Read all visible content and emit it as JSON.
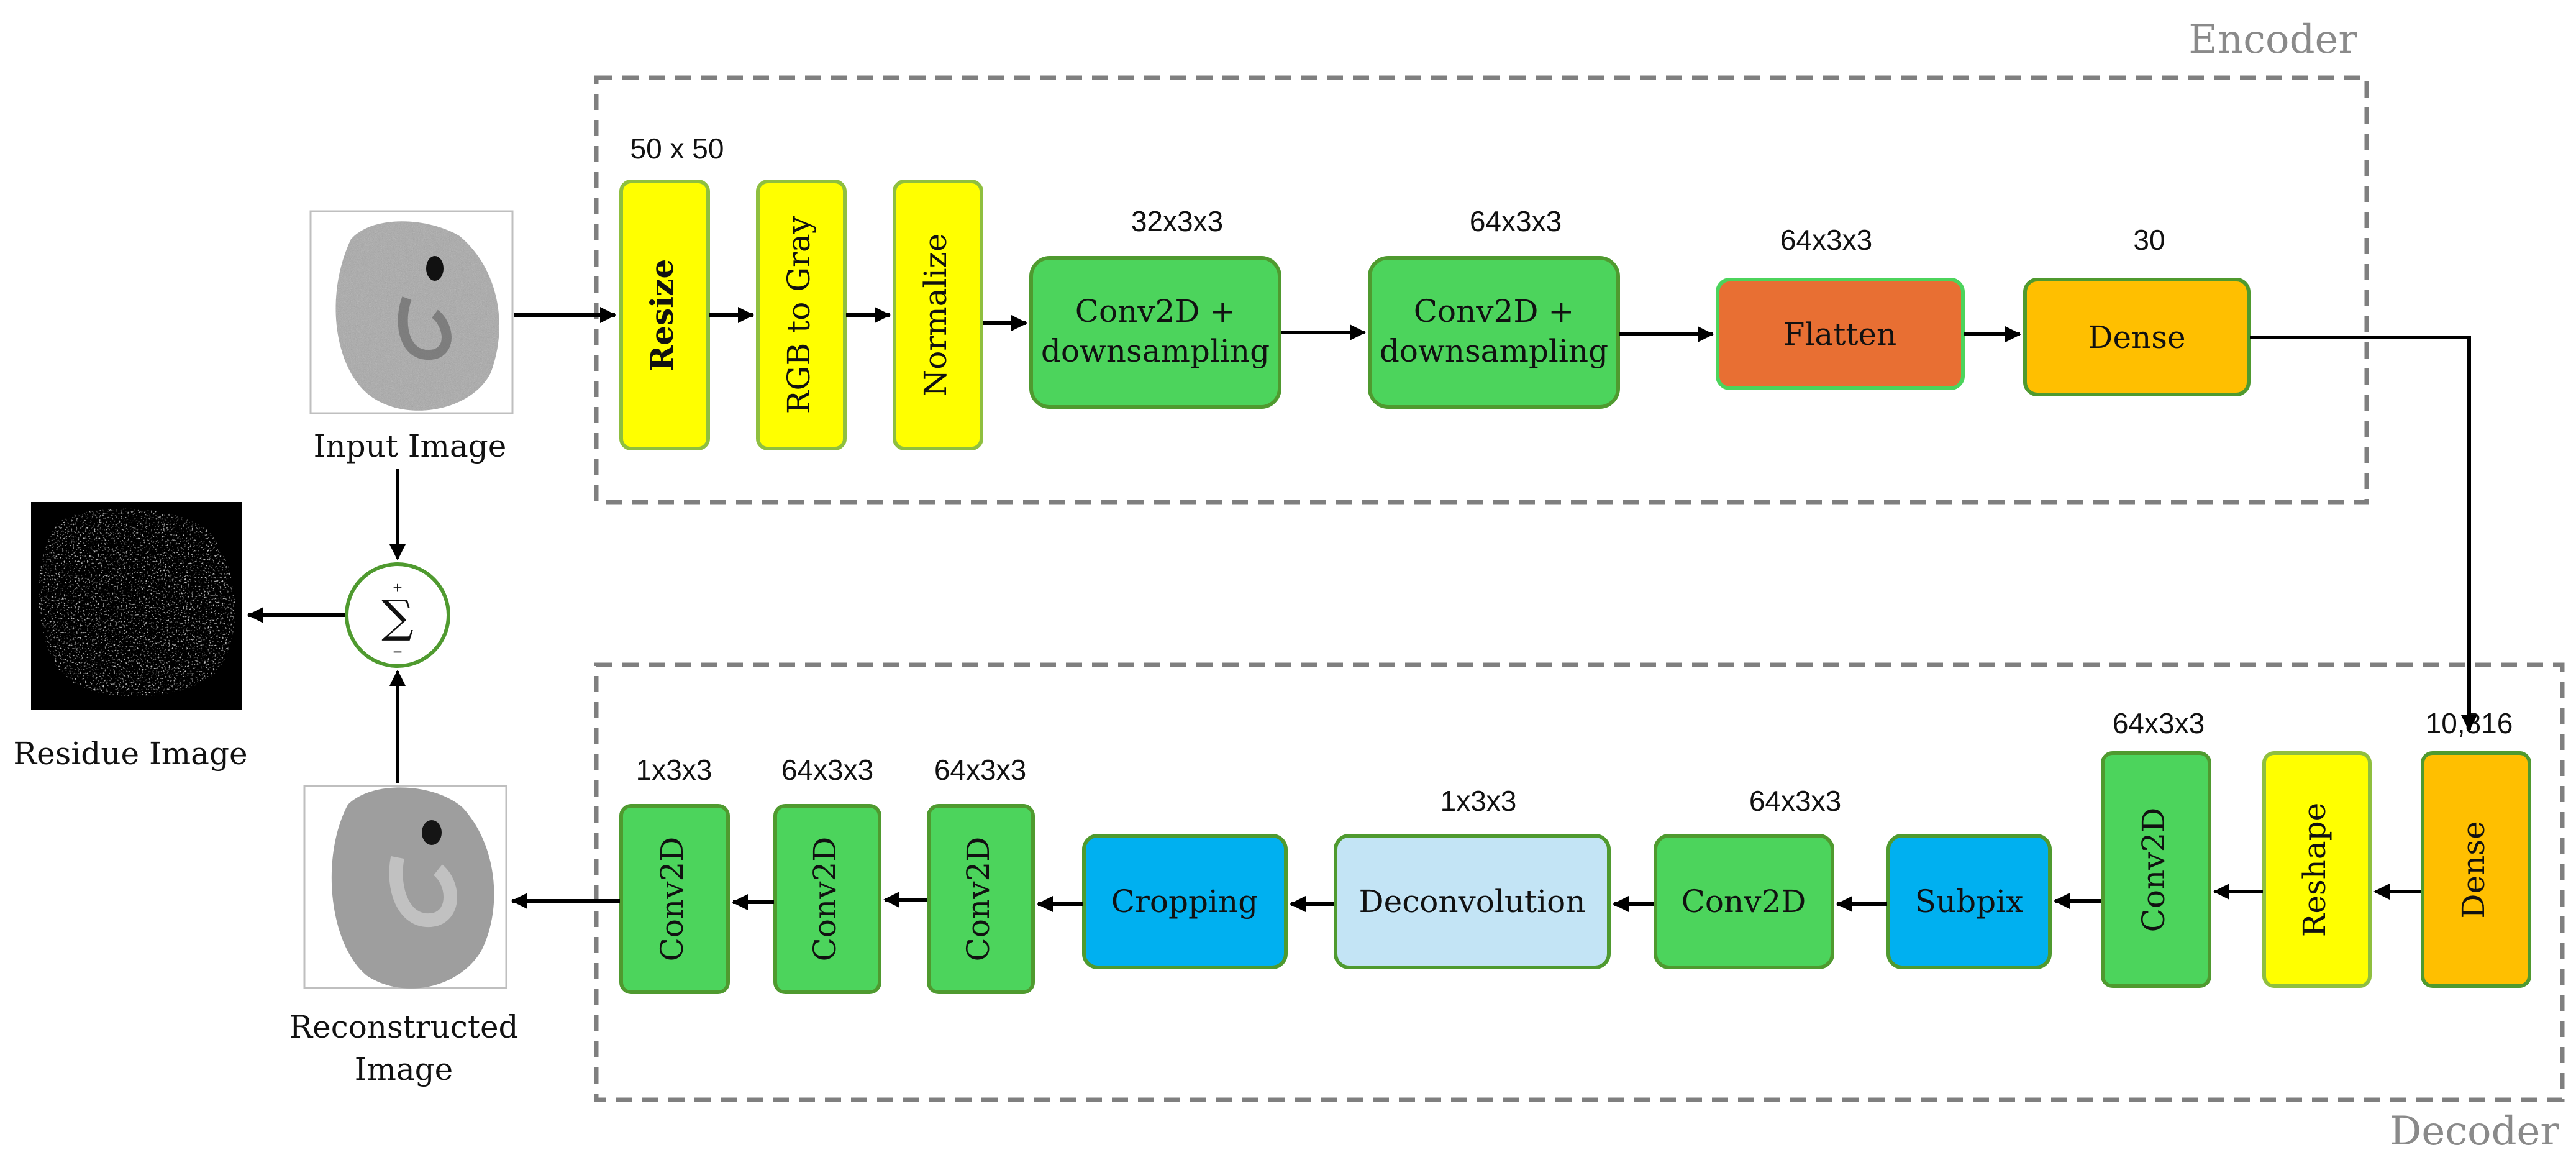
{
  "sections": {
    "encoder": "Encoder",
    "decoder": "Decoder"
  },
  "images": {
    "input": "Input Image",
    "residue": "Residue Image",
    "reconstructed_line1": "Reconstructed",
    "reconstructed_line2": "Image"
  },
  "summation": {
    "symbol": "∑",
    "plus": "+",
    "minus": "−"
  },
  "encoder": {
    "resize": "Resize",
    "rgb_to_gray": "RGB to Gray",
    "normalize": "Normalize",
    "conv1_line1": "Conv2D +",
    "conv1_line2": "downsampling",
    "conv2_line1": "Conv2D +",
    "conv2_line2": "downsampling",
    "flatten": "Flatten",
    "dense": "Dense",
    "dims": {
      "resize": "50 x 50",
      "conv1": "32x3x3",
      "conv2": "64x3x3",
      "flatten": "64x3x3",
      "dense": "30"
    }
  },
  "decoder": {
    "dense": "Dense",
    "reshape": "Reshape",
    "conv_a": "Conv2D",
    "subpix": "Subpix",
    "conv_b": "Conv2D",
    "deconvolution": "Deconvolution",
    "cropping": "Cropping",
    "conv_c": "Conv2D",
    "conv_d": "Conv2D",
    "conv_e": "Conv2D",
    "dims": {
      "dense": "10,816",
      "conv_a": "64x3x3",
      "conv_b": "64x3x3",
      "deconvolution": "1x3x3",
      "conv_c": "64x3x3",
      "conv_d": "64x3x3",
      "conv_e": "1x3x3"
    }
  },
  "colors": {
    "yellow": "#ffff00",
    "yellow_border": "#8fbf3f",
    "green": "#4cd45c",
    "green_border": "#4f9a2f",
    "orange_red": "#e86f33",
    "orange": "#ffbf00",
    "blue": "#00b0f0",
    "light_blue": "#c3e4f5",
    "dashed": "#7f7f7f"
  }
}
